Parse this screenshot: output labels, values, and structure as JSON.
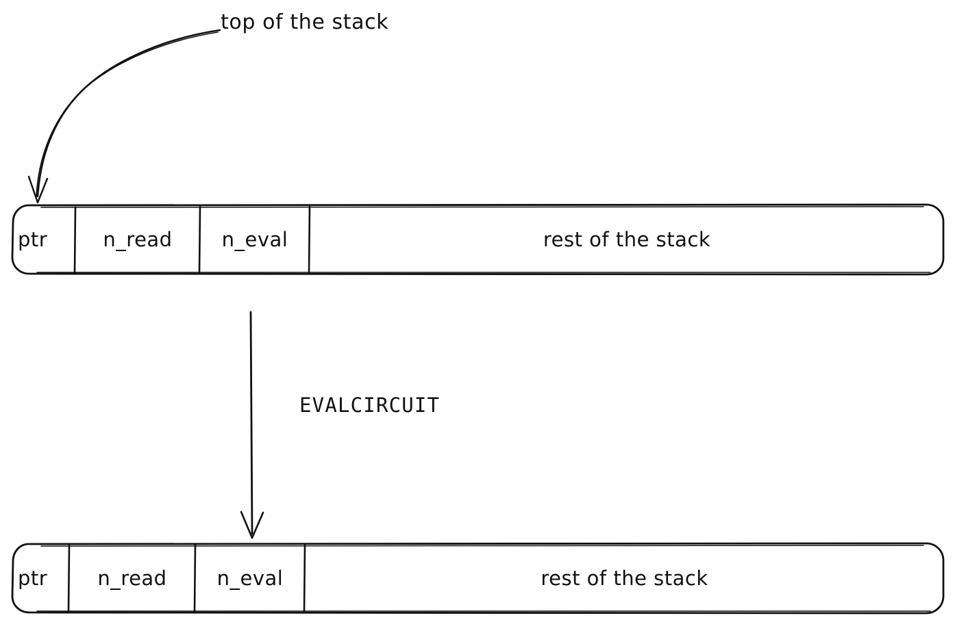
{
  "diagram": {
    "title_annotation": "top of the stack",
    "operation_label": "EVALCIRCUIT",
    "background_color": "#ffffff",
    "stroke_color": "#111111",
    "style": "hand-drawn"
  },
  "annotations": {
    "top_pointer": {
      "text": "top of the stack",
      "points_to": "ptr",
      "arrow_kind": "curved-arrow"
    },
    "transition": {
      "text": "EVALCIRCUIT",
      "arrow_kind": "straight-down-arrow"
    }
  },
  "stacks": [
    {
      "name": "stack-before",
      "cells": [
        {
          "label": "ptr",
          "align": "left"
        },
        {
          "label": "n_read",
          "align": "center"
        },
        {
          "label": "n_eval",
          "align": "center"
        },
        {
          "label": "rest of the stack",
          "align": "center"
        }
      ]
    },
    {
      "name": "stack-after",
      "cells": [
        {
          "label": "ptr",
          "align": "left"
        },
        {
          "label": "n_read",
          "align": "center"
        },
        {
          "label": "n_eval",
          "align": "center"
        },
        {
          "label": "rest of the stack",
          "align": "center"
        }
      ]
    }
  ]
}
